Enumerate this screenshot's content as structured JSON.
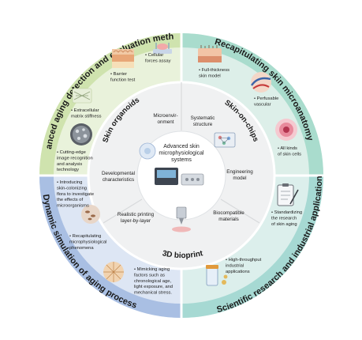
{
  "center": {
    "title_lines": [
      "Advanced skin",
      "microphysiological",
      "systems"
    ]
  },
  "quadrants": [
    {
      "title": "Advanced aging detection and evaluation methods",
      "items": [
        {
          "lines": [
            "Cellular",
            "forces assay"
          ]
        },
        {
          "lines": [
            "Barrier",
            "function test"
          ]
        },
        {
          "lines": [
            "Extracellular",
            "matrix stiffness"
          ]
        },
        {
          "lines": [
            "Cutting-edge",
            "image recognition",
            "and analysis",
            "technology"
          ]
        }
      ]
    },
    {
      "title": "Recapitulating skin microanatomy",
      "items": [
        {
          "lines": [
            "Full-thickness",
            "skin model"
          ]
        },
        {
          "lines": [
            "Perfusable",
            "vascular"
          ]
        },
        {
          "lines": [
            "All kinds",
            "of skin cells"
          ]
        }
      ]
    },
    {
      "title": "Scientific research and industrial application",
      "items": [
        {
          "lines": [
            "Standardizing",
            "the research",
            "of skin aging"
          ]
        },
        {
          "lines": [
            "High-throughput",
            "industrial",
            "applications"
          ]
        }
      ]
    },
    {
      "title": "Dynamic simulation of aging process",
      "items": [
        {
          "lines": [
            "Introducing",
            "skin-colonizing",
            "flora to investigate",
            "the effects of",
            "microorganisms"
          ]
        },
        {
          "lines": [
            "Recapitulating",
            "microphysiological",
            "phenomena"
          ]
        },
        {
          "lines": [
            "Mimicking aging",
            "factors such as",
            "chronological age,",
            "light exposure, and",
            "mechanical stress."
          ]
        }
      ]
    }
  ],
  "middle": {
    "sections": [
      {
        "title": "Skin organoids",
        "labels": [
          {
            "lines": [
              "Microenvir-",
              "onment"
            ]
          },
          {
            "lines": [
              "Developmental",
              "characteristics"
            ]
          }
        ]
      },
      {
        "title": "Skin-on-chips",
        "labels": [
          {
            "lines": [
              "Systematic",
              "structure"
            ]
          },
          {
            "lines": [
              "Engineering",
              "model"
            ]
          }
        ]
      },
      {
        "title": "3D bioprint",
        "labels": [
          {
            "lines": [
              "Realistic printing",
              "layer-by-layer"
            ]
          },
          {
            "lines": [
              "Biocompatible",
              "materials"
            ]
          }
        ]
      }
    ]
  },
  "colors": {
    "outer_top_left": "#e9f2db",
    "outer_top_right": "#ddefe9",
    "outer_bottom_right": "#dcefec",
    "outer_bottom_left": "#dde6f4",
    "band_top_left": "#cfe3ae",
    "band_top_right": "#a9dccd",
    "band_bottom_right": "#a6d9d3",
    "band_bottom_left": "#a9bfe3",
    "middle_ring": "#f0f1f2",
    "divider": "#ffffff"
  },
  "icons": [
    "skin-layers-icon",
    "cell-force-icon",
    "ecm-stiffness-icon",
    "image-analysis-icon",
    "skin-model-icon",
    "vascular-icon",
    "skin-cell-icon",
    "clipboard-icon",
    "pill-bottle-icon",
    "microbe-flora-icon",
    "micro-phenomena-icon",
    "aging-factor-icon",
    "organoid-icon",
    "chip-icon",
    "bioprinter-icon",
    "device-icon"
  ]
}
